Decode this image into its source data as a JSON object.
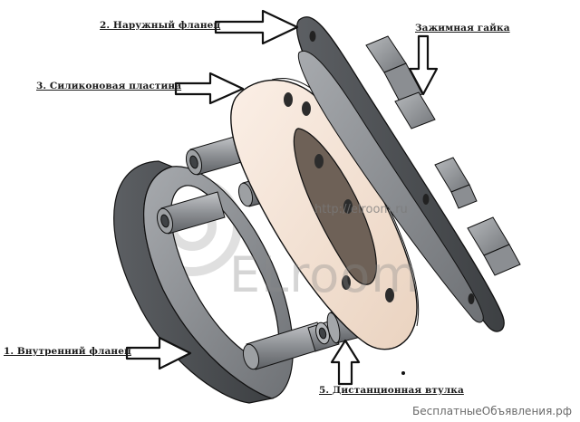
{
  "labels": {
    "outer_flange": "2. Наружный фланец",
    "silicone_plate": "3. Силиконовая пластина",
    "clamp_nut": "Зажимная гайка",
    "inner_flange": "1. Внутренний фланец",
    "spacer_sleeve": "5. Дистанционная втулка"
  },
  "watermark": {
    "url": "http://elroom.ru",
    "brand": "ELroom"
  },
  "footer": "БесплатныеОбъявления.рф",
  "colors": {
    "metal_light": "#8f9296",
    "metal_dark": "#55585c",
    "silicone": "#f6e4d6",
    "outline": "#111111"
  }
}
